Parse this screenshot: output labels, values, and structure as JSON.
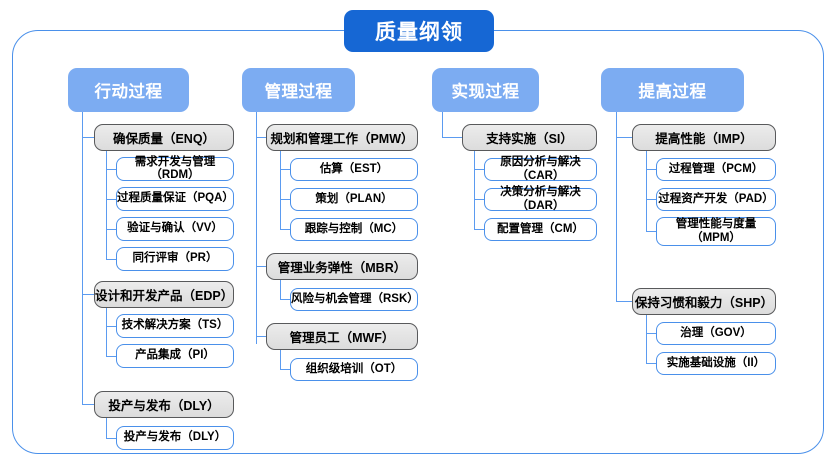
{
  "diagram": {
    "title": "质量纲领",
    "frame_color": "#4a90ea",
    "title_color": "#1667d4",
    "header_color": "#7cacf2",
    "group_fill": "#e4e4e4",
    "leaf_border": "#4a90ea"
  },
  "columns": [
    {
      "header": "行动过程",
      "groups": [
        {
          "label": "确保质量（ENQ）",
          "children": [
            "需求开发与管理（RDM）",
            "过程质量保证（PQA）",
            "验证与确认（VV）",
            "同行评审（PR）"
          ]
        },
        {
          "label": "设计和开发产品（EDP）",
          "children": [
            "技术解决方案（TS）",
            "产品集成（PI）"
          ]
        },
        {
          "label": "投产与发布（DLY）",
          "children": [
            "投产与发布（DLY）"
          ]
        }
      ]
    },
    {
      "header": "管理过程",
      "groups": [
        {
          "label": "规划和管理工作（PMW）",
          "children": [
            "估算（EST）",
            "策划（PLAN）",
            "跟踪与控制（MC）"
          ]
        },
        {
          "label": "管理业务弹性（MBR）",
          "children": [
            "风险与机会管理（RSK）"
          ]
        },
        {
          "label": "管理员工（MWF）",
          "children": [
            "组织级培训（OT）"
          ]
        }
      ]
    },
    {
      "header": "实现过程",
      "groups": [
        {
          "label": "支持实施（SI）",
          "children": [
            "原因分析与解决（CAR）",
            "决策分析与解决（DAR）",
            "配置管理（CM）"
          ]
        }
      ]
    },
    {
      "header": "提高过程",
      "groups": [
        {
          "label": "提高性能（IMP）",
          "children": [
            "过程管理（PCM）",
            "过程资产开发（PAD）",
            "管理性能与度量\n（MPM）"
          ]
        },
        {
          "label": "保持习惯和毅力（SHP）",
          "children": [
            "治理（GOV）",
            "实施基础设施（II）"
          ]
        }
      ]
    }
  ]
}
